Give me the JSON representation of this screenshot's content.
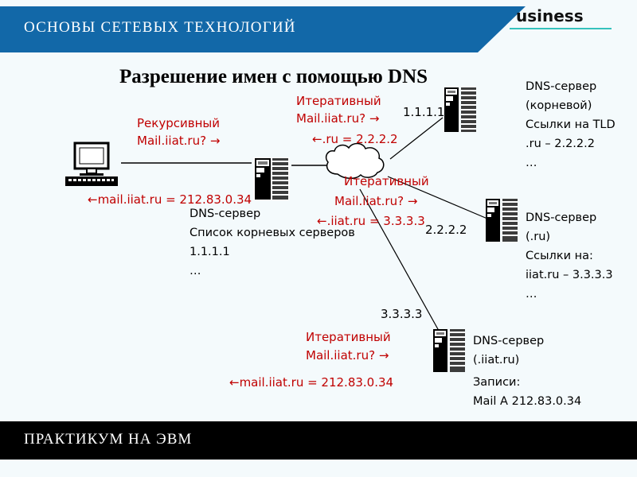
{
  "header": {
    "title": "ОСНОВЫ  СЕТЕВЫХ ТЕХНОЛОГИЙ",
    "brand_word": "usiness",
    "band_color": "#1268a8",
    "rule_color": "#35c2bd"
  },
  "slide": {
    "title": "Разрешение имен с помощью DNS",
    "background": "#f4fafc",
    "accent_red": "#c00000"
  },
  "footer": {
    "title": "ПРАКТИКУМ НА ЭВМ",
    "band_color": "#000000"
  },
  "queries": {
    "recursive": {
      "line1": "Рекурсивный",
      "line2": "Mail.iiat.ru? →"
    },
    "iterative_root": {
      "line1": "Итеративный",
      "line2": "Mail.iiat.ru? →",
      "line3": "←.ru = 2.2.2.2"
    },
    "iterative_tld": {
      "line1": "Итеративный",
      "line2": "Mail.iiat.ru? →",
      "line3": "←.iiat.ru = 3.3.3.3"
    },
    "iterative_auth": {
      "line1": "Итеративный",
      "line2": "Mail.iiat.ru? →"
    },
    "answer_client": "←mail.iiat.ru = 212.83.0.34",
    "answer_auth": "←mail.iiat.ru = 212.83.0.34"
  },
  "addresses": {
    "root": "1.1.1.1",
    "tld": "2.2.2.2",
    "authoritative": "3.3.3.3"
  },
  "servers": {
    "local": {
      "line1": "DNS-сервер",
      "line2": "Список корневых серверов",
      "line3": "1.1.1.1",
      "line4": "…"
    },
    "root": {
      "line1": "DNS-сервер",
      "line2": "(корневой)",
      "line3": "Ссылки на TLD",
      "line4": ".ru – 2.2.2.2",
      "line5": "…"
    },
    "tld": {
      "line1": "DNS-сервер",
      "line2": "(.ru)",
      "line3": "Ссылки на:",
      "line4": "iiat.ru – 3.3.3.3",
      "line5": "…"
    },
    "authoritative": {
      "line1": "DNS-сервер",
      "line2": "(.iiat.ru)",
      "line3": "Записи:",
      "line4": "Mail A 212.83.0.34"
    }
  },
  "icons": {
    "client": "desktop-computer-icon",
    "local_server": "server-rack-icon",
    "root_server": "server-rack-icon",
    "tld_server": "server-rack-icon",
    "auth_server": "server-rack-icon",
    "network": "cloud-icon"
  }
}
